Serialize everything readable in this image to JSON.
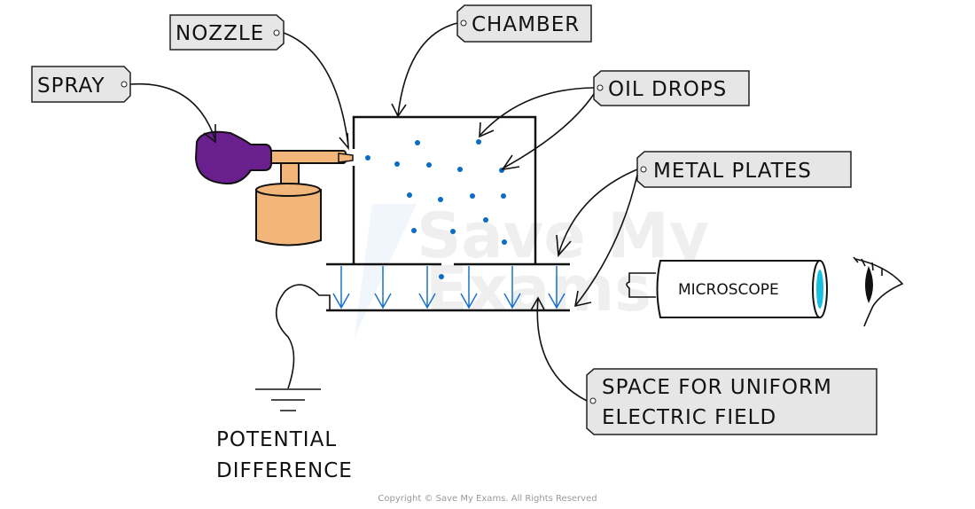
{
  "labels": {
    "spray": "SPRAY",
    "nozzle": "NOZZLE",
    "chamber": "CHAMBER",
    "oil_drops": "OIL DROPS",
    "metal_plates": "METAL PLATES",
    "field_line1": "SPACE FOR UNIFORM",
    "field_line2": "ELECTRIC FIELD",
    "microscope": "MICROSCOPE",
    "pd_line1": "POTENTIAL",
    "pd_line2": "DIFFERENCE"
  },
  "watermark": "Save My Exams",
  "copyright": "Copyright © Save My Exams. All Rights Reserved",
  "colors": {
    "spray_bulb": "#6a1f8f",
    "spray_body": "#f2b57a",
    "oil_drop": "#0a6cc4",
    "field_arrows": "#1a73c9",
    "lens": "#19c0e0",
    "tag_fill": "#e6e6e6"
  }
}
